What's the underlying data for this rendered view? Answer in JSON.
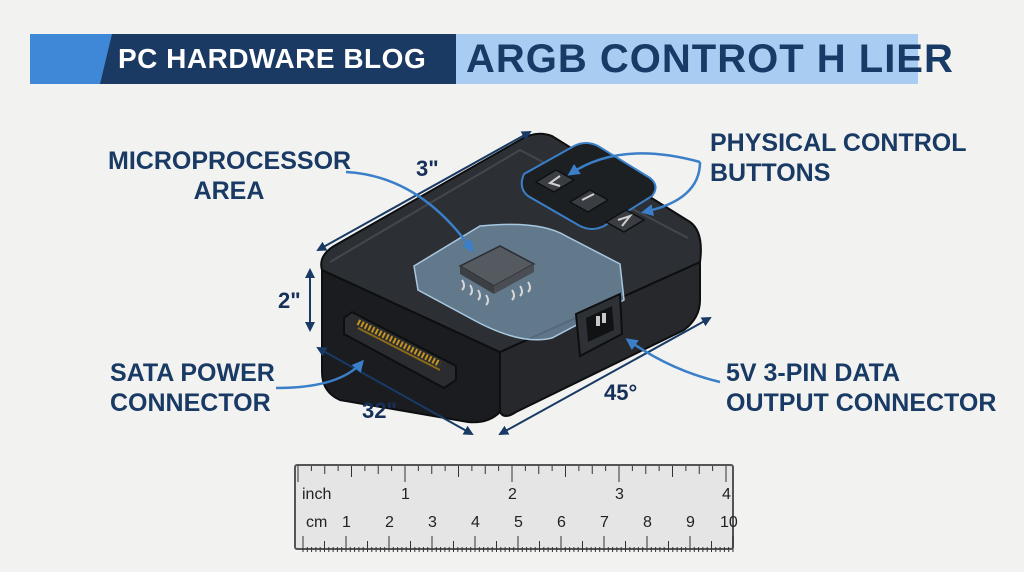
{
  "banner": {
    "left_title": "PC HARDWARE BLOG",
    "right_title": "ARGB CONTROT H LIER",
    "colors": {
      "dark": "#1b3a63",
      "accent": "#3f88d8",
      "light": "#a9cdf2"
    }
  },
  "labels": {
    "microprocessor": [
      "MICROPROCESSOR",
      "AREA"
    ],
    "buttons": [
      "PHYSICAL CONTROL",
      "BUTTONS"
    ],
    "sata": [
      "SATA POWER",
      "CONNECTOR"
    ],
    "output": [
      "5V 3-PIN DATA",
      "OUTPUT CONNECTOR"
    ]
  },
  "dimensions": {
    "top": "3\"",
    "height": "2\"",
    "bottom_left": "32\"",
    "bottom_right": "45°"
  },
  "ruler": {
    "unit_inch": "inch",
    "unit_cm": "cm",
    "inch_numbers": [
      "1",
      "2",
      "3",
      "4"
    ],
    "cm_numbers": [
      "1",
      "2",
      "3",
      "4",
      "5",
      "6",
      "7",
      "8",
      "9",
      "10"
    ]
  },
  "colors": {
    "label_text": "#183a64",
    "arrow": "#3a7fc8",
    "device_body": "#1f2124"
  }
}
